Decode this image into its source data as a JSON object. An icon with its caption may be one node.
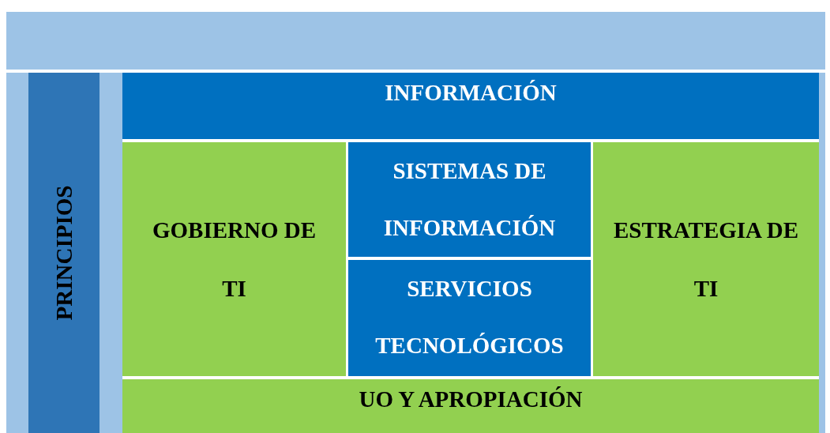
{
  "diagram": {
    "nodes": [
      {
        "text": [],
        "shape": "bar"
      },
      {
        "text": [
          "PRINCIPIOS"
        ]
      },
      {
        "text": [
          "INFORMACIÓN"
        ]
      },
      {
        "text": [
          "GOBIERNO DE TI"
        ]
      },
      {
        "text": [
          "SISTEMAS DE INFORMACIÓN"
        ]
      },
      {
        "text": [
          "SERVICIOS TECNOLÓGICOS"
        ]
      },
      {
        "text": [
          "ESTRATEGIA DE TI"
        ]
      },
      {
        "text": [
          "UO Y APROPIACIÓN"
        ]
      }
    ]
  }
}
